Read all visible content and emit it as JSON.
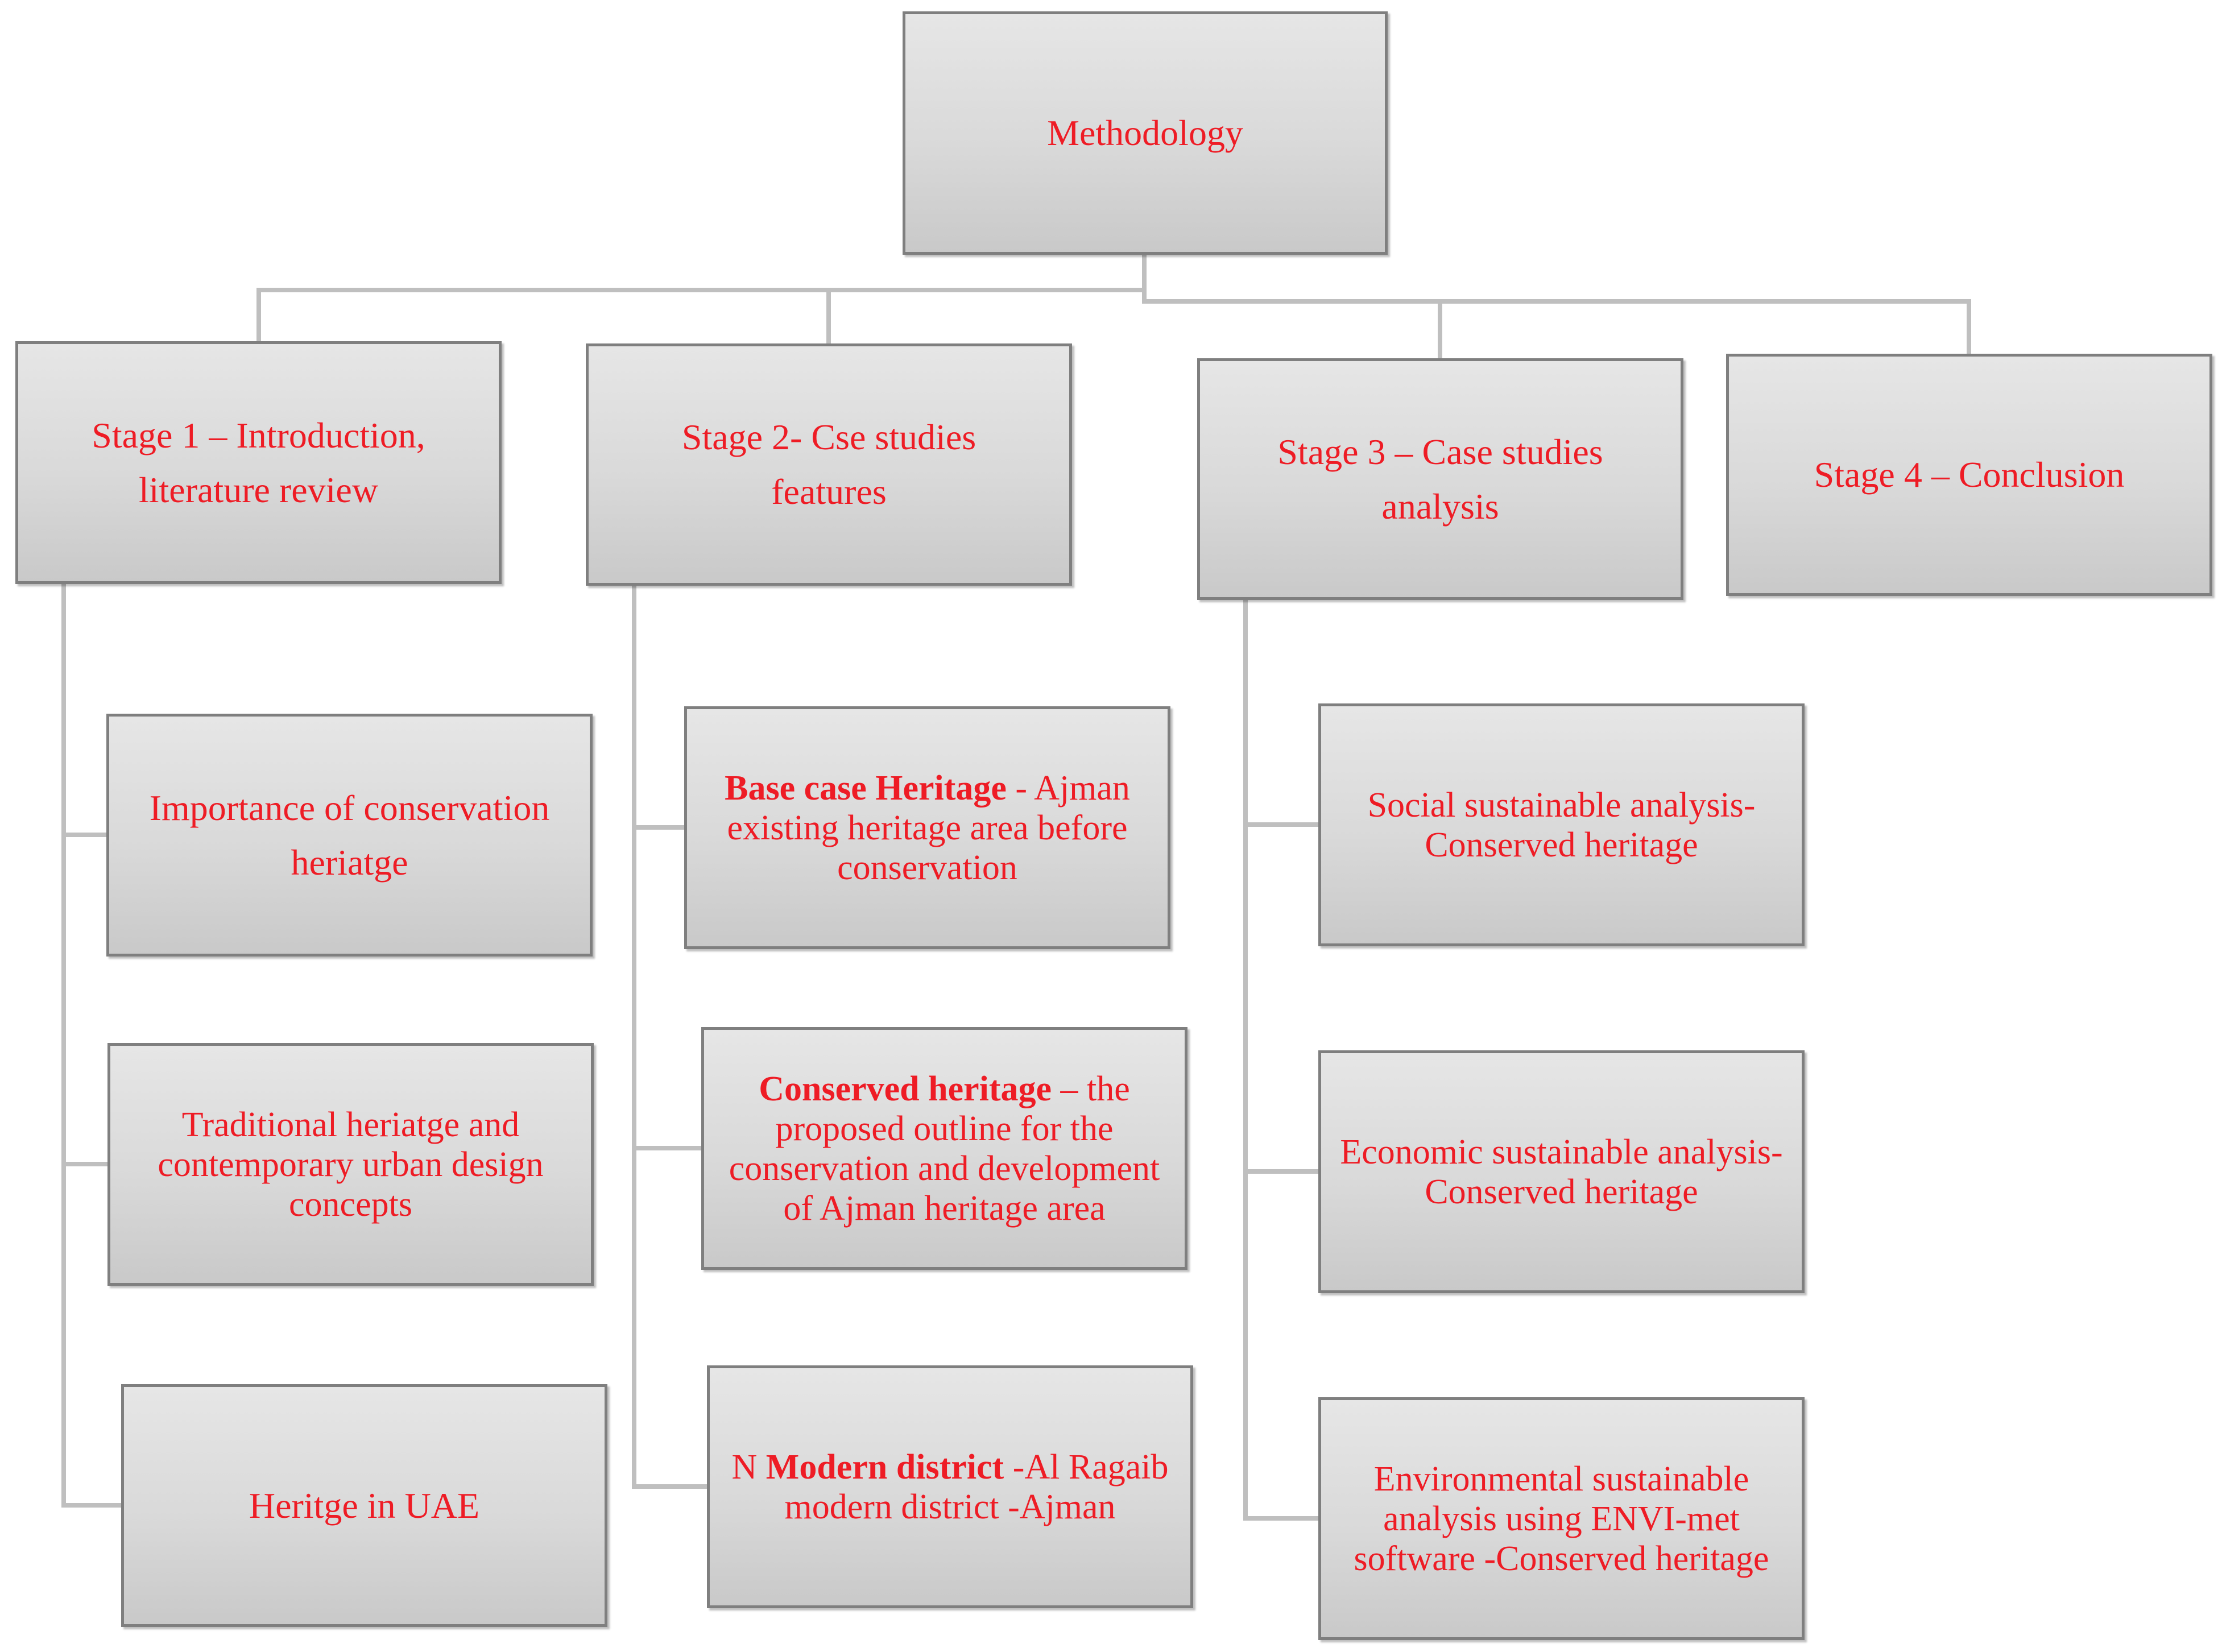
{
  "colors": {
    "text": "#ee1c25",
    "box_border": "#7f7f7f",
    "box_fill": "#d9d9d9",
    "connector": "#bfbfbf"
  },
  "root": {
    "label": "Methodology"
  },
  "stages": [
    {
      "label": "Stage 1 – Introduction, literature review",
      "items": [
        {
          "label": "Importance of conservation heriatge"
        },
        {
          "label": "Traditional heriatge  and contemporary urban design concepts"
        },
        {
          "label": "Heritge in UAE"
        }
      ]
    },
    {
      "label": "Stage 2- Cse studies features",
      "items": [
        {
          "bold": "Base case Heritage",
          "rest": " - Ajman existing heritage area before conservation"
        },
        {
          "bold": "Conserved heritage",
          "rest": " – the proposed outline for the conservation and development of Ajman heritage area"
        },
        {
          "prefix": "N ",
          "bold": "Modern district",
          "rest": " -Al Ragaib modern district -Ajman"
        }
      ]
    },
    {
      "label": "Stage 3 – Case studies analysis",
      "items": [
        {
          "label": "Social sustainable analysis- Conserved heritage"
        },
        {
          "label": "Economic sustainable analysis- Conserved heritage"
        },
        {
          "label": "Environmental sustainable analysis using ENVI-met software -Conserved heritage"
        }
      ]
    },
    {
      "label": "Stage 4 – Conclusion",
      "items": []
    }
  ]
}
